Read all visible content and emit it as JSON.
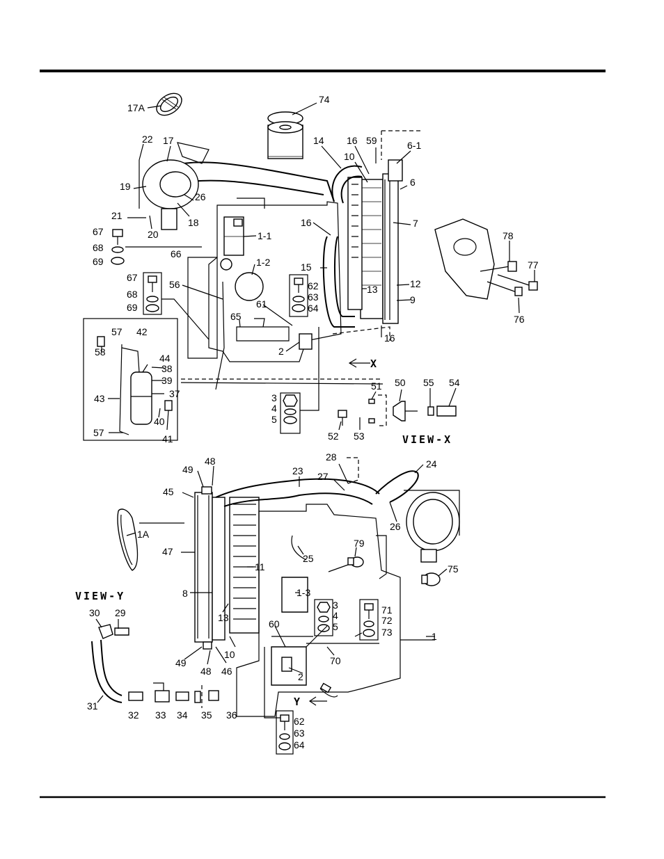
{
  "labels": {
    "l17A": "17A",
    "l74": "74",
    "l22": "22",
    "l17": "17",
    "l14": "14",
    "l16a": "16",
    "l59": "59",
    "l6_1": "6-1",
    "l10a": "10",
    "l6": "6",
    "l19": "19",
    "l26a": "26",
    "l21": "21",
    "l20": "20",
    "l18": "18",
    "l16b": "16",
    "l7": "7",
    "l1_1": "1-1",
    "l67a": "67",
    "l68a": "68",
    "l69a": "69",
    "l66": "66",
    "l78": "78",
    "l77": "77",
    "l15": "15",
    "l1_2": "1-2",
    "l67b": "67",
    "l62a": "62",
    "l56": "56",
    "l13a": "13",
    "l12": "12",
    "l68b": "68",
    "l63a": "63",
    "l9": "9",
    "l69b": "69",
    "l61": "61",
    "l64a": "64",
    "l76": "76",
    "l65": "65",
    "l57a": "57",
    "l42": "42",
    "l16c": "16",
    "l2a": "2",
    "l44": "44",
    "l58": "58",
    "l38": "38",
    "l39": "39",
    "l37": "37",
    "l43": "43",
    "l40": "40",
    "l41": "41",
    "l57b": "57",
    "l51": "51",
    "l50": "50",
    "l55": "55",
    "l54": "54",
    "l3a": "3",
    "l4a": "4",
    "l5a": "5",
    "l52": "52",
    "l53": "53",
    "l28": "28",
    "l48a": "48",
    "l49a": "49",
    "l24": "24",
    "l23": "23",
    "l27": "27",
    "l45": "45",
    "l1A": "1A",
    "l47": "47",
    "l26b": "26",
    "l11": "11",
    "l25": "25",
    "l79": "79",
    "l75": "75",
    "l8": "8",
    "l1_3": "1-3",
    "l30": "30",
    "l29": "29",
    "l13b": "13",
    "l3b": "3",
    "l4b": "4",
    "l5b": "5",
    "l71": "71",
    "l72": "72",
    "l73": "73",
    "l60": "60",
    "l1b": "1",
    "l49b": "49",
    "l48b": "48",
    "l46": "46",
    "l10b": "10",
    "l70": "70",
    "l2b": "2",
    "l31": "31",
    "l32": "32",
    "l33": "33",
    "l34": "34",
    "l35": "35",
    "l36": "36",
    "l62b": "62",
    "l63b": "63",
    "l64b": "64"
  },
  "views": {
    "x_title": "VIEW-X",
    "y_title": "VIEW-Y",
    "x_marker": "X",
    "y_marker": "Y"
  },
  "colors": {
    "ink": "#000000",
    "paper": "#ffffff"
  }
}
